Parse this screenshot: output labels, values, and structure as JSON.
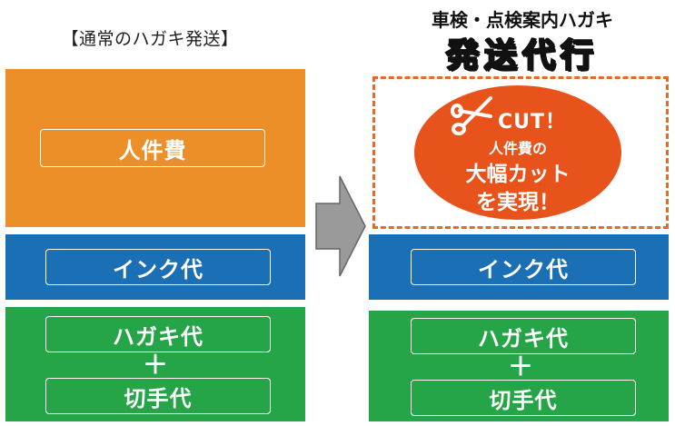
{
  "left": {
    "title": "【通常のハガキ発送】",
    "labor_label": "人件費",
    "ink_label": "インク代",
    "postcard_label": "ハガキ代",
    "plus": "＋",
    "stamp_label": "切手代"
  },
  "right": {
    "subtitle": "車検・点検案内ハガキ",
    "title": "発送代行",
    "cut_label": "CUT！",
    "oval_line1": "人件費の",
    "oval_line2": "大幅カット",
    "oval_line3": "を実現！",
    "ink_label": "インク代",
    "postcard_label": "ハガキ代",
    "plus": "＋",
    "stamp_label": "切手代"
  },
  "colors": {
    "orange": "#ec8f28",
    "blue": "#1a6fb5",
    "green": "#26a448",
    "cut_red": "#e8531c",
    "arrow_gray": "#9a9a9a"
  },
  "icons": [
    "scissors-icon",
    "right-arrow-icon"
  ]
}
